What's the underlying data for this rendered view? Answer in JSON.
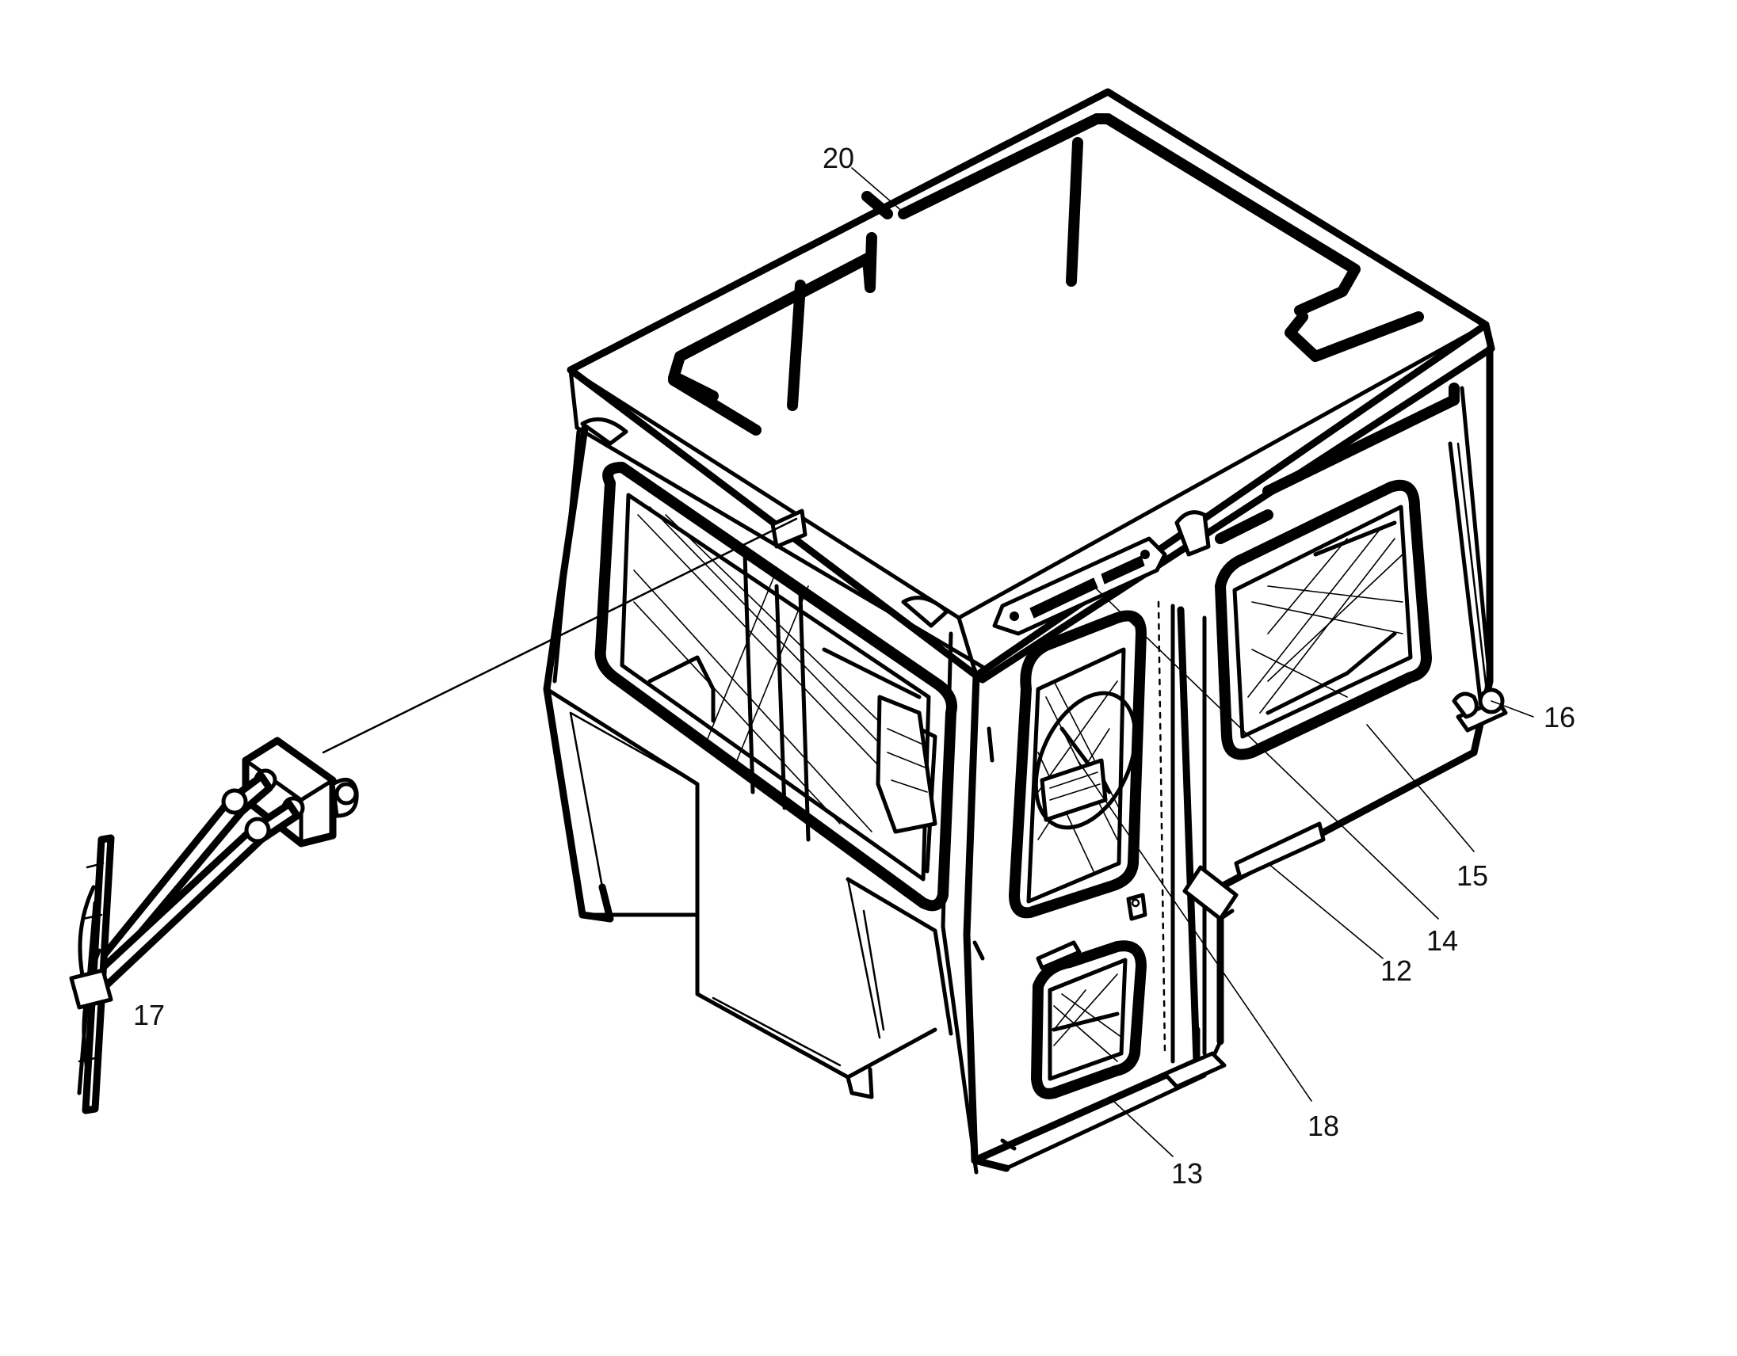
{
  "figure": {
    "callouts": [
      {
        "id": "12",
        "label": "12"
      },
      {
        "id": "13",
        "label": "13"
      },
      {
        "id": "14",
        "label": "14"
      },
      {
        "id": "15",
        "label": "15"
      },
      {
        "id": "16",
        "label": "16"
      },
      {
        "id": "17",
        "label": "17"
      },
      {
        "id": "18",
        "label": "18"
      },
      {
        "id": "20",
        "label": "20"
      }
    ]
  }
}
